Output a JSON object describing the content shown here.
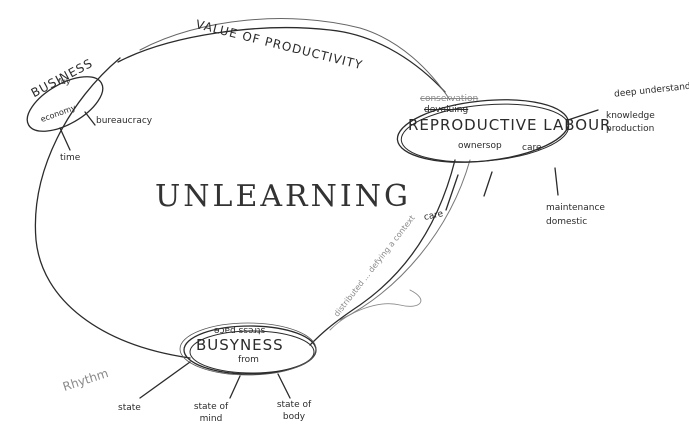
{
  "center_label": "UNLEARNING",
  "arc_label": "VALUE OF PRODUCTIVITY",
  "nodes": {
    "business": {
      "title": "BUSINESS",
      "scribble_top": "fuy",
      "sub": "economy",
      "branches": [
        "time",
        "bureaucracy"
      ]
    },
    "reproductive": {
      "title": "REPRODUCTIVE LABOUR",
      "above": "devaluing",
      "above_crossed": "conservation",
      "below": "ownersop",
      "below_right": "care",
      "branches": [
        "care",
        "maintenance domestic",
        "deep understanding",
        "knowledge production"
      ]
    },
    "busyness": {
      "title": "BUSYNESS",
      "above": "stress pace",
      "sub": "from",
      "branches": [
        "state",
        "state of mind",
        "state of body"
      ],
      "margin_note": "Rhythm"
    }
  },
  "side_note": "distributed ... defying a context",
  "colors": {
    "ink": "#2b2b2b",
    "faint_ink": "#8a8a8a",
    "background": "#ffffff"
  }
}
